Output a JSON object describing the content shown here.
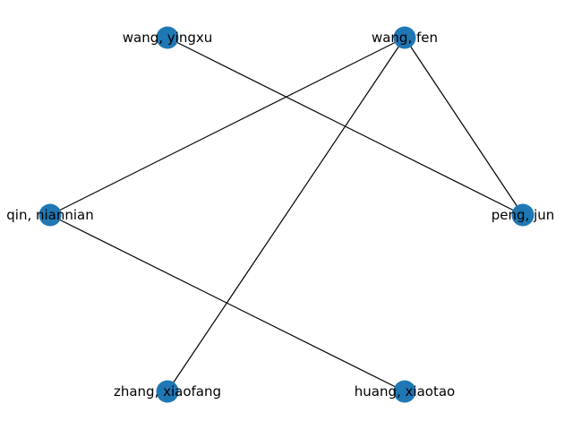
{
  "graph": {
    "node_color": "#1f77b4",
    "edge_color": "#000000",
    "nodes": [
      {
        "id": "wang_yingxu",
        "label": "wang, yingxu"
      },
      {
        "id": "wang_fen",
        "label": "wang, fen"
      },
      {
        "id": "qin_niannian",
        "label": "qin, niannian"
      },
      {
        "id": "peng_jun",
        "label": "peng, jun"
      },
      {
        "id": "zhang_xiaofang",
        "label": "zhang, xiaofang"
      },
      {
        "id": "huang_xiaotao",
        "label": "huang, xiaotao"
      }
    ],
    "edges": [
      {
        "source": "wang_yingxu",
        "target": "peng_jun"
      },
      {
        "source": "wang_fen",
        "target": "qin_niannian"
      },
      {
        "source": "wang_fen",
        "target": "zhang_xiaofang"
      },
      {
        "source": "wang_fen",
        "target": "peng_jun"
      },
      {
        "source": "qin_niannian",
        "target": "huang_xiaotao"
      }
    ]
  }
}
